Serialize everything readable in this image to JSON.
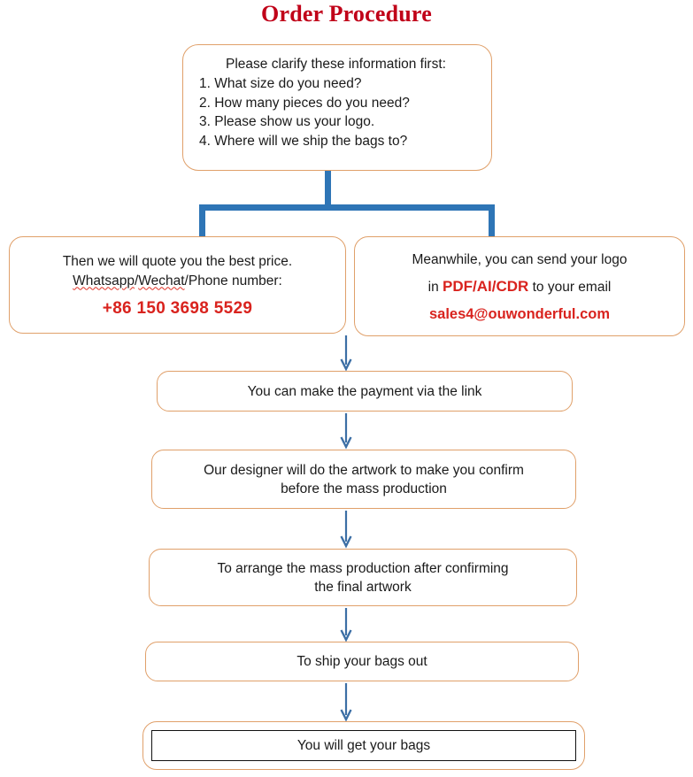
{
  "title": "Order Procedure",
  "colors": {
    "title_red": "#C00018",
    "accent_red": "#D9231E",
    "box_border_orange": "#E0A06A",
    "connector_blue": "#2E75B6",
    "arrow_blue": "#3C6FA5",
    "final_inner_border": "#111111",
    "background": "#FFFFFF"
  },
  "nodes": {
    "clarify": {
      "heading": "Please clarify these information first:",
      "items": [
        "1. What size do you need?",
        "2. How many pieces do you need?",
        "3. Please show us your logo.",
        "4. Where will we ship the bags to?"
      ]
    },
    "quote": {
      "line1": "Then we will quote you the best price.",
      "line2_a": "Whatsapp",
      "line2_sep1": "/",
      "line2_b": "Wechat",
      "line2_sep2": "/Phone number:",
      "phone": "+86 150 3698 5529"
    },
    "logo": {
      "line1": "Meanwhile, you can send your logo",
      "line2_pre": "in ",
      "line2_formats": "PDF/AI/CDR",
      "line2_post": " to your email",
      "email": "sales4@ouwonderful.com"
    },
    "payment": {
      "text": "You can make the payment via the link"
    },
    "designer": {
      "line1": "Our designer will do the artwork to make you confirm",
      "line2": "before the mass production"
    },
    "massprod": {
      "line1": "To arrange the mass production after confirming",
      "line2": "the final artwork"
    },
    "ship": {
      "text": "To ship your bags out"
    },
    "final": {
      "text": "You will get your bags"
    }
  }
}
